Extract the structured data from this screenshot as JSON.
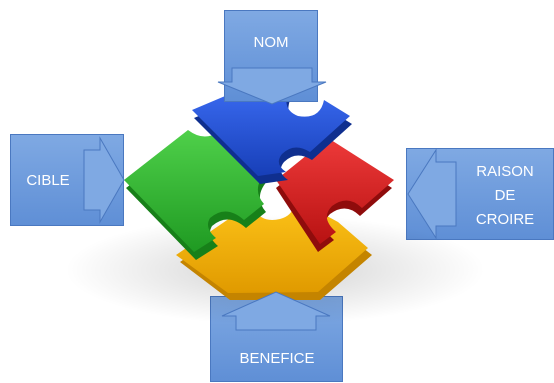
{
  "labels": {
    "nom": "NOM",
    "cible": "CIBLE",
    "raison_line1": "RAISON",
    "raison_line2": "DE",
    "raison_line3": "CROIRE",
    "benefice": "BENEFICE"
  },
  "colors": {
    "box_fill": "#6e9ddd",
    "box_border": "#4a78c0",
    "piece_blue": "#1f4fd6",
    "piece_green": "#2fb52f",
    "piece_red": "#d81e1e",
    "piece_yellow": "#f2b300"
  }
}
